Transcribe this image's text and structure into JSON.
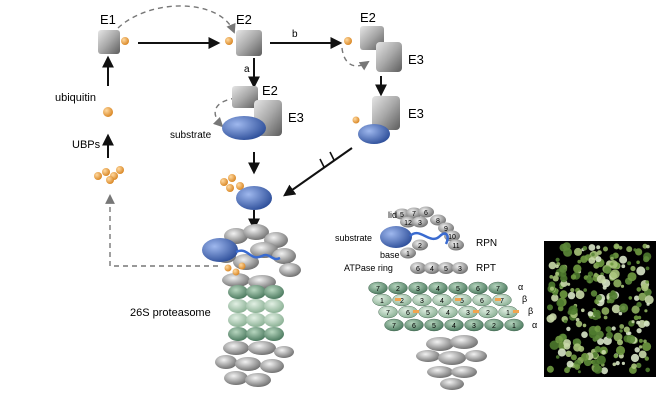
{
  "labels": {
    "e1": "E1",
    "e2_top": "E2",
    "e2_right": "E2",
    "e3_right": "E3",
    "e2_mid": "E2",
    "e3_mid": "E3",
    "e3_bottom_right": "E3",
    "arrow_a": "a",
    "arrow_b": "b",
    "ubiquitin": "ubiquitin",
    "ubps": "UBPs",
    "substrate_left": "substrate",
    "proteasome_name": "26S proteasome",
    "substrate_right": "substrate",
    "lid": "lid",
    "base": "base",
    "atpase_ring": "ATPase ring",
    "rpn": "RPN",
    "rpt": "RPT",
    "alpha_top": "α",
    "beta_top": "β",
    "beta_bottom": "β",
    "alpha_bottom": "α"
  },
  "rpn_numbers": [
    "5",
    "7",
    "6",
    "12",
    "3",
    "8",
    "9",
    "10",
    "11",
    "2",
    "1"
  ],
  "rpt_numbers": [
    "6",
    "4",
    "5",
    "3"
  ],
  "alpha_ring_top": [
    "7",
    "2",
    "3",
    "4",
    "5",
    "6",
    "7"
  ],
  "beta_ring_top": [
    "1",
    "2",
    "3",
    "4",
    "5",
    "6",
    "7"
  ],
  "beta_ring_bottom": [
    "7",
    "6",
    "5",
    "4",
    "3",
    "2",
    "1"
  ],
  "alpha_ring_bottom": [
    "7",
    "6",
    "5",
    "4",
    "3",
    "2",
    "1"
  ],
  "colors": {
    "ubiquitin": "#f0a550",
    "substrate": "#4c6fc0",
    "enzyme_gray": "#9a9a9a",
    "alpha_ring": "#6f9c80",
    "beta_ring": "#a9cbb0",
    "lid_gray": "#b5b5b5",
    "photo_green": "#6f9a40"
  }
}
